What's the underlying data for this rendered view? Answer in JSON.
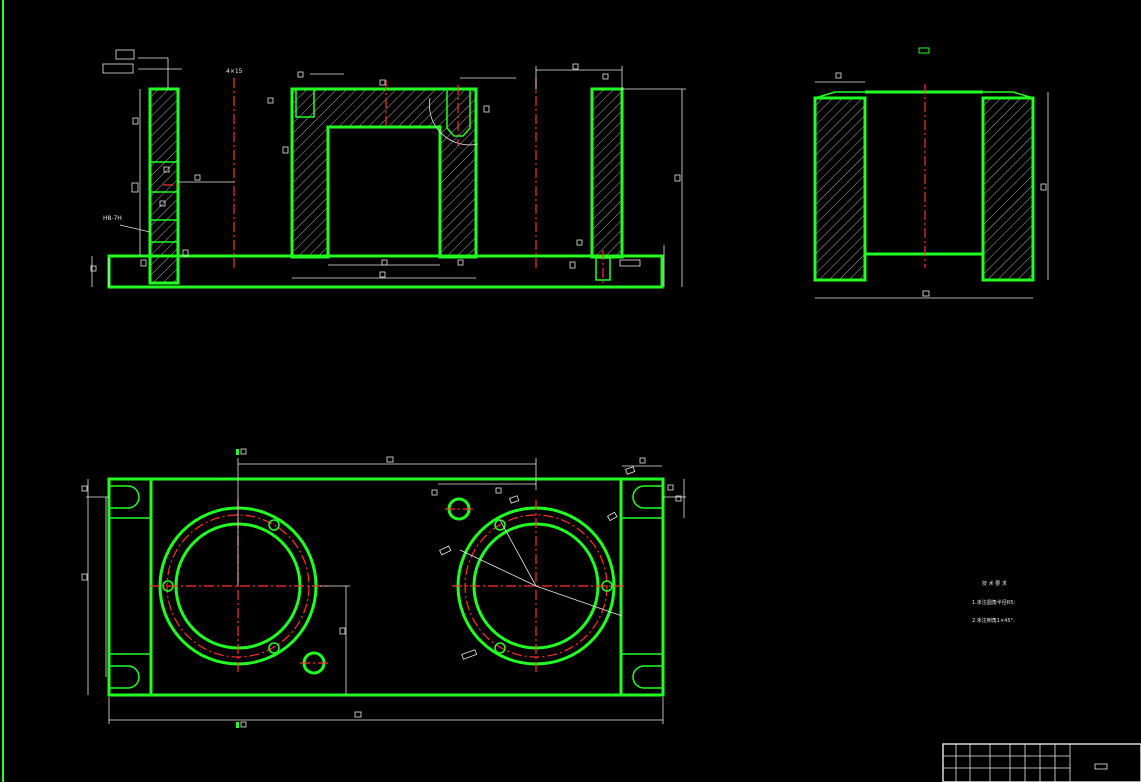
{
  "sheet": {
    "corner_mark": "",
    "colors": {
      "background": "#000000",
      "outline": "#22ff22",
      "centerline": "#ff3030",
      "dimension": "#e8e8e8"
    }
  },
  "front_view": {
    "tolerance_label": "H8-7H",
    "dim_label": "4×15"
  },
  "notes": {
    "title": "技 术 要 求",
    "line1": "1.未注圆角半径R5;",
    "line2": "2.未注倒角1×45°."
  },
  "title_block": {
    "rows": 3,
    "cols": 10
  }
}
